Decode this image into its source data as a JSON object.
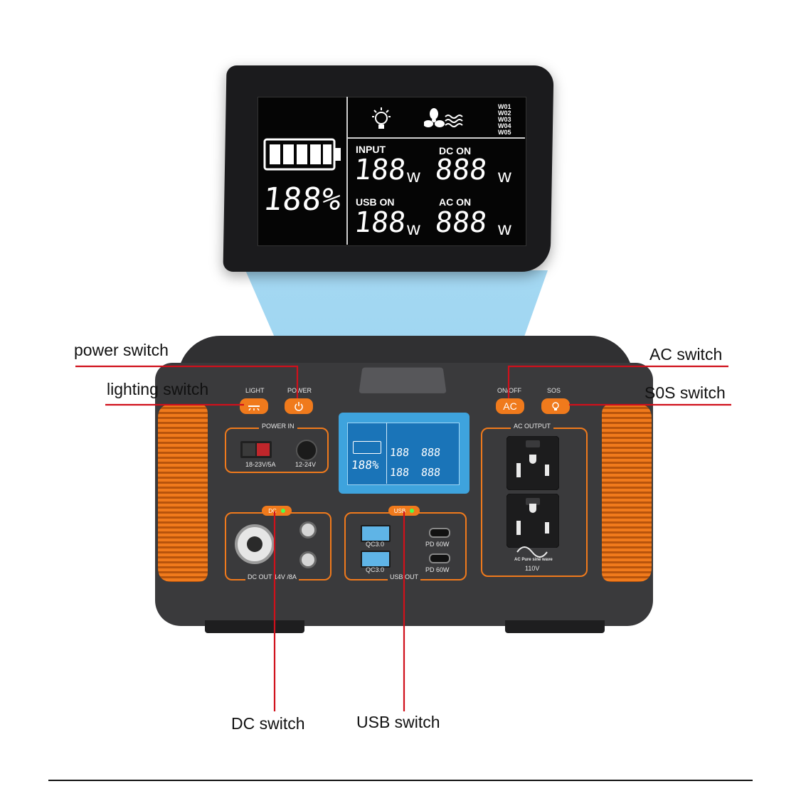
{
  "lcd": {
    "battery_percent": "188%",
    "input_label": "INPUT",
    "input_value": "188",
    "dc_label": "DC ON",
    "dc_value": "888",
    "usb_label": "USB ON",
    "usb_value": "188",
    "ac_label": "AC ON",
    "ac_value": "888",
    "unit": "w",
    "codes": [
      "W01",
      "W02",
      "W03",
      "W04",
      "W05"
    ],
    "icons": [
      "battery-icon",
      "bulb-icon",
      "fan-icon"
    ]
  },
  "device": {
    "light_label": "LIGHT",
    "power_label": "POWER",
    "onoff_label": "ON/OFF",
    "sos_label": "SOS",
    "ac_button_label": "AC",
    "power_in_label": "POWER IN",
    "anderson_rating": "18-23V/5A",
    "dc_jack_rating": "12-24V",
    "ac_output_label": "AC OUTPUT",
    "dc_badge": "DC",
    "usb_badge": "USB",
    "dc_out_label": "DC OUT  14V /8A",
    "usb_out_label": "USB OUT",
    "qc_label_1": "QC3.0",
    "qc_label_2": "QC3.0",
    "pd_label_1": "PD 60W",
    "pd_label_2": "PD 60W",
    "sine_label": "AC Pure sine wave",
    "voltage_label": "110V",
    "colors": {
      "orange": "#f07a1c",
      "body": "#3a3a3c",
      "lcd_blue": "#3fa7dc",
      "callout_line": "#d0101b"
    }
  },
  "callouts": {
    "power_switch": "power switch",
    "lighting_switch": "lighting switch",
    "ac_switch": "AC switch",
    "sos_switch": "S0S switch",
    "dc_switch": "DC switch",
    "usb_switch": "USB switch"
  }
}
